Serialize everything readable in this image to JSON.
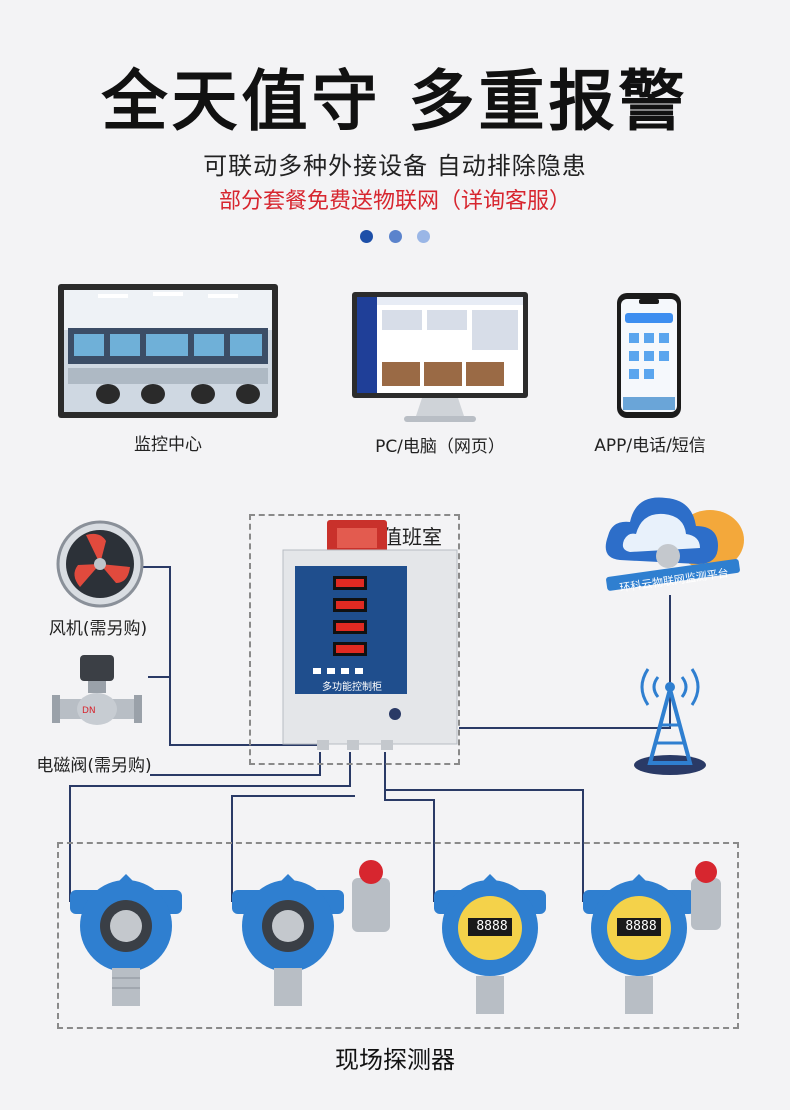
{
  "header": {
    "title": "全天值守 多重报警",
    "subtitle": "可联动多种外接设备  自动排除隐患",
    "promo": "部分套餐免费送物联网（详询客服）"
  },
  "pager": {
    "dot_colors": [
      "#1d4fa8",
      "#5b83cc",
      "#9ab6e6"
    ]
  },
  "terminals": [
    {
      "label": "监控中心",
      "icon": "monitor-center-screen"
    },
    {
      "label": "PC/电脑（网页）",
      "icon": "desktop-monitor"
    },
    {
      "label": "APP/电话/短信",
      "icon": "smartphone"
    }
  ],
  "devices": {
    "fan_label": "风机(需另购)",
    "valve_label": "电磁阀(需另购)",
    "duty_room_label": "值班室",
    "cloud_platform_label": "环科云物联网监测平台",
    "cloud_icon": "cloud-platform",
    "tower_icon": "signal-tower",
    "controller_icon": "control-cabinet",
    "controller_panel_label": "多功能控制柜"
  },
  "field": {
    "label": "现场探测器",
    "detectors": [
      {
        "name": "detector-1",
        "display": "",
        "alarm_lamp": false
      },
      {
        "name": "detector-2",
        "display": "",
        "alarm_lamp": true
      },
      {
        "name": "detector-3",
        "display": "8888",
        "alarm_lamp": false
      },
      {
        "name": "detector-4",
        "display": "8888",
        "alarm_lamp": true
      }
    ]
  },
  "colors": {
    "accent_red": "#d7262f",
    "device_blue": "#2f7fd0",
    "line": "#2a3a66"
  }
}
